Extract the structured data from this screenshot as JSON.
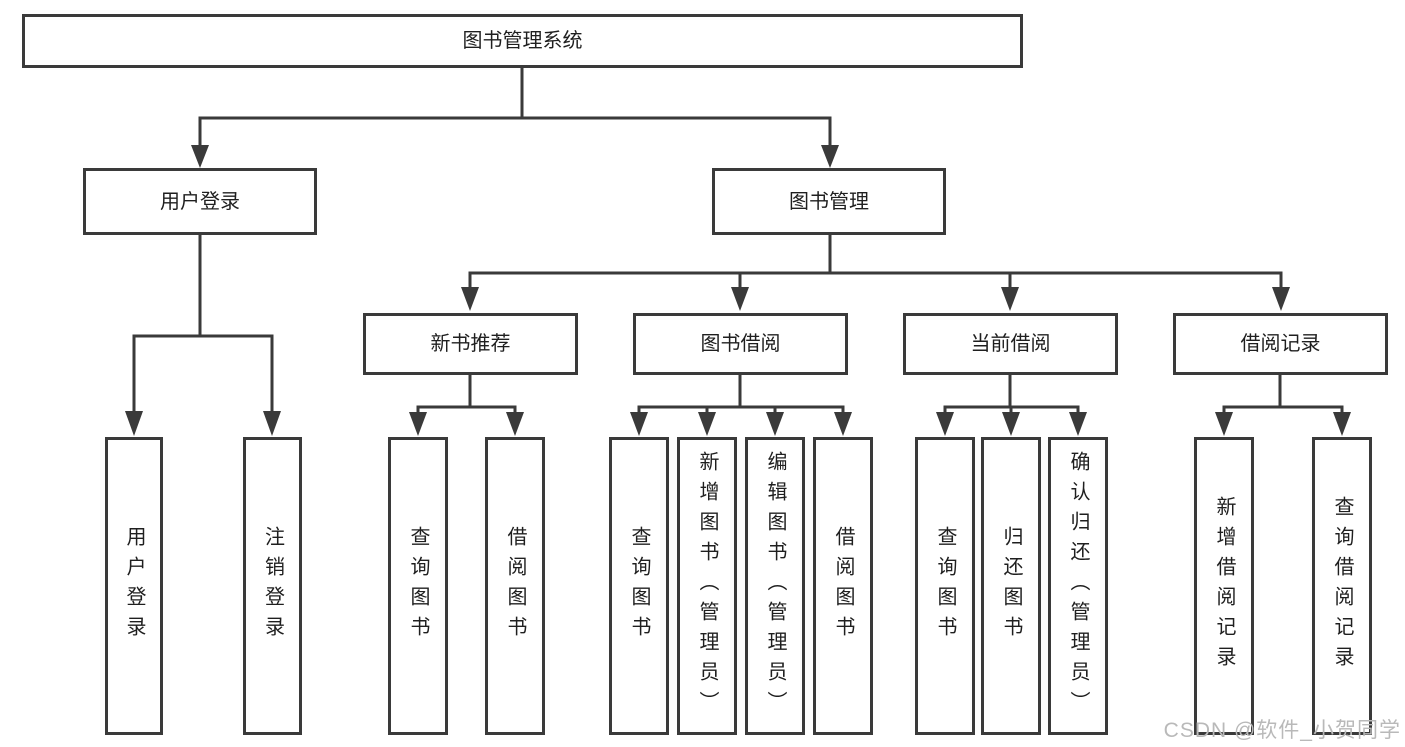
{
  "tree": {
    "root": {
      "label": "图书管理系统"
    },
    "level2": [
      {
        "id": "user-login",
        "label": "用户登录"
      },
      {
        "id": "book-management",
        "label": "图书管理"
      }
    ],
    "level3": [
      {
        "id": "new-book-recommend",
        "label": "新书推荐"
      },
      {
        "id": "book-borrow",
        "label": "图书借阅"
      },
      {
        "id": "current-borrow",
        "label": "当前借阅"
      },
      {
        "id": "borrow-record",
        "label": "借阅记录"
      }
    ],
    "leafGroups": [
      {
        "parent": "user-login",
        "items": [
          "用户登录",
          "注销登录"
        ]
      },
      {
        "parent": "new-book-recommend",
        "items": [
          "查询图书",
          "借阅图书"
        ]
      },
      {
        "parent": "book-borrow",
        "items": [
          "查询图书",
          "新增图书（管理员）",
          "编辑图书（管理员）",
          "借阅图书"
        ]
      },
      {
        "parent": "current-borrow",
        "items": [
          "查询图书",
          "归还图书",
          "确认归还（管理员）"
        ]
      },
      {
        "parent": "borrow-record",
        "items": [
          "新增借阅记录",
          "查询借阅记录"
        ]
      }
    ]
  },
  "watermark": {
    "text": "CSDN @软件_小贺同学"
  },
  "colors": {
    "line": "#3a3a3a",
    "text": "#1f1f1f",
    "watermark": "#b9b9b9",
    "background": "#ffffff"
  }
}
